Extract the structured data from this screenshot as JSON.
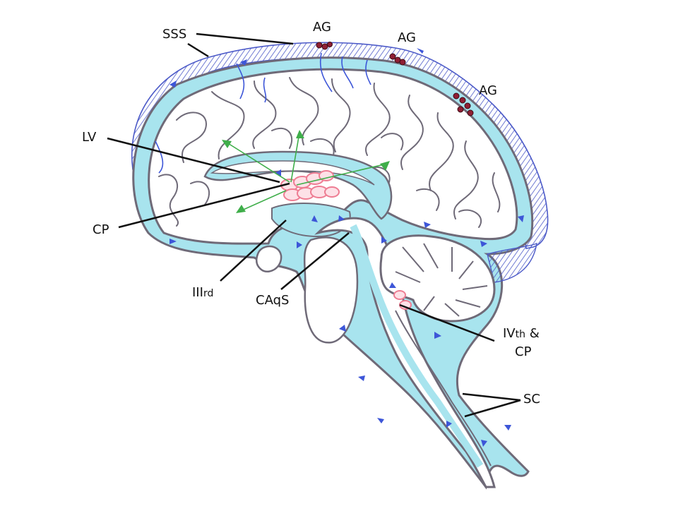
{
  "labels": {
    "sss": "SSS",
    "ag_1": "AG",
    "ag_2": "AG",
    "ag_3": "AG",
    "lv": "LV",
    "cp": "CP",
    "third_ventricle": "III",
    "third_ventricle_suffix": "rd",
    "caqs": "CAqS",
    "fourth_ventricle": "IV",
    "fourth_ventricle_suffix": "th",
    "fourth_ventricle_amp": "&",
    "fourth_cp": "CP",
    "sc": "SC"
  },
  "colors": {
    "csf": "#a8e4ee",
    "outline": "#6f6a78",
    "flow_arrow": "#3d56d8",
    "secretion_arrow": "#3fae4a",
    "choroid_plexus": "#ee7d93",
    "granulation": "#8f1f34",
    "leader_line": "#111111",
    "hatch": "#4c5ac8"
  },
  "icons": [
    "flow-arrow-icon",
    "secretion-arrow-icon"
  ]
}
